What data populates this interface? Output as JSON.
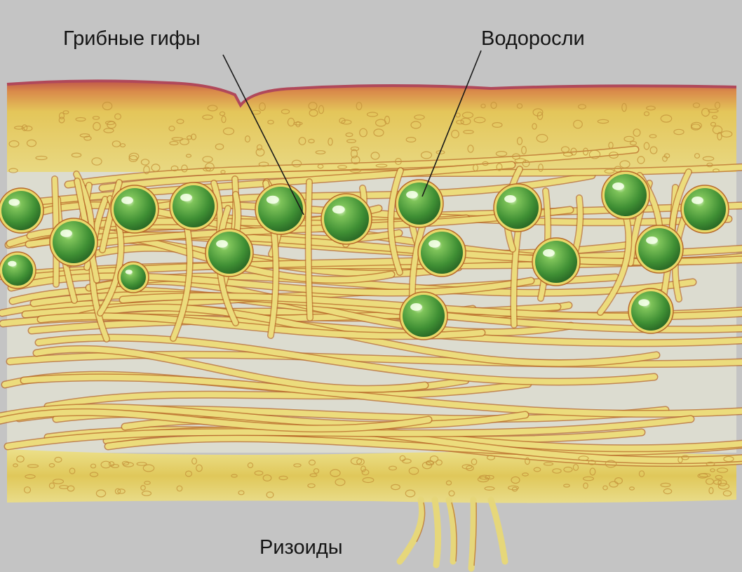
{
  "labels": {
    "hyphae": "Грибные гифы",
    "algae": "Водоросли",
    "rhizoids": "Ризоиды"
  },
  "colors": {
    "background": "#c4c4c4",
    "cortex": "#e2c44a",
    "cortex_edge": "#b8583c",
    "hypha": "#e9d874",
    "hypha_edge": "#b86a2a",
    "alga": "#4c9c3a",
    "alga_highlight": "#dff5c8",
    "medulla_gap": "#dcdcd4"
  },
  "icons": [
    "alga-cell",
    "fungal-hypha",
    "rhizoid"
  ]
}
